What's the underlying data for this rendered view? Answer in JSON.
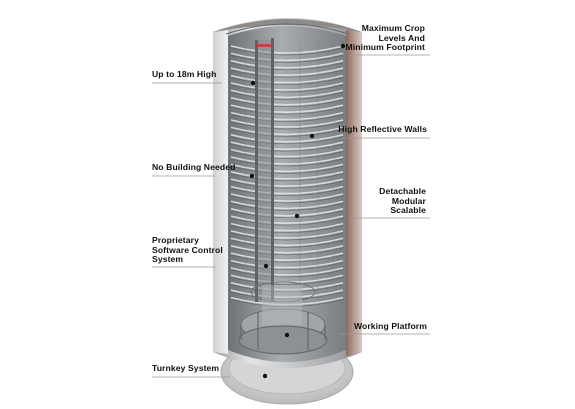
{
  "diagram": {
    "callouts": [
      {
        "id": "maximum-crop",
        "text": "Maximum Crop\nLevels And\nMinimum Footprint",
        "side": "right"
      },
      {
        "id": "height",
        "text": "Up to 18m High",
        "side": "left"
      },
      {
        "id": "reflective-walls",
        "text": "High Reflective Walls",
        "side": "right"
      },
      {
        "id": "no-building",
        "text": "No Building Needed",
        "side": "left"
      },
      {
        "id": "detachable",
        "text": "Detachable\nModular\nScalable",
        "side": "right"
      },
      {
        "id": "software",
        "text": "Proprietary\nSoftware Control\nSystem",
        "side": "left"
      },
      {
        "id": "working-platform",
        "text": "Working Platform",
        "side": "right"
      },
      {
        "id": "turnkey",
        "text": "Turnkey System",
        "side": "left"
      }
    ]
  }
}
